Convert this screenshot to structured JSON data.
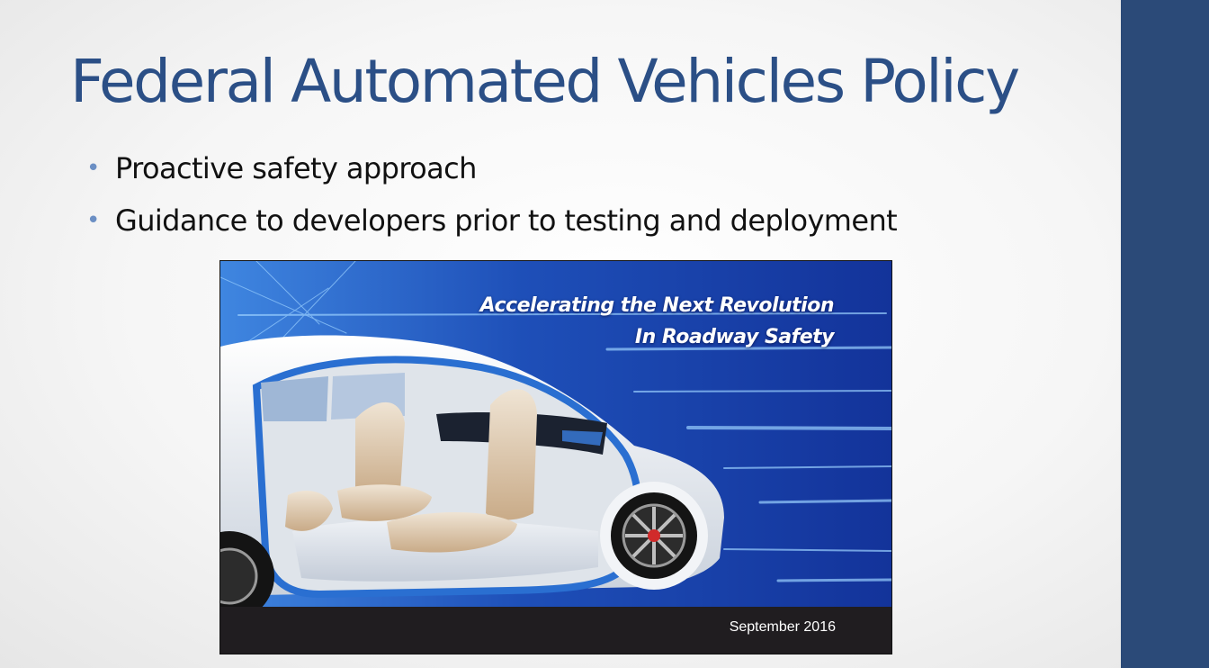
{
  "slide": {
    "title": "Federal Automated Vehicles Policy",
    "bullets": [
      {
        "text": "Proactive safety approach"
      },
      {
        "text": "Guidance to developers prior to testing and deployment"
      }
    ],
    "bullet_glyph": "•",
    "colors": {
      "title": "#2b4f86",
      "side_bar": "#2b4a78",
      "bullet": "#6b8fc4"
    }
  },
  "cover_image": {
    "headline_line1": "Accelerating the Next Revolution",
    "headline_line2": "In Roadway Safety",
    "date": "September 2016",
    "colors": {
      "background": "#1b3f9a",
      "footer": "#201d20"
    }
  }
}
